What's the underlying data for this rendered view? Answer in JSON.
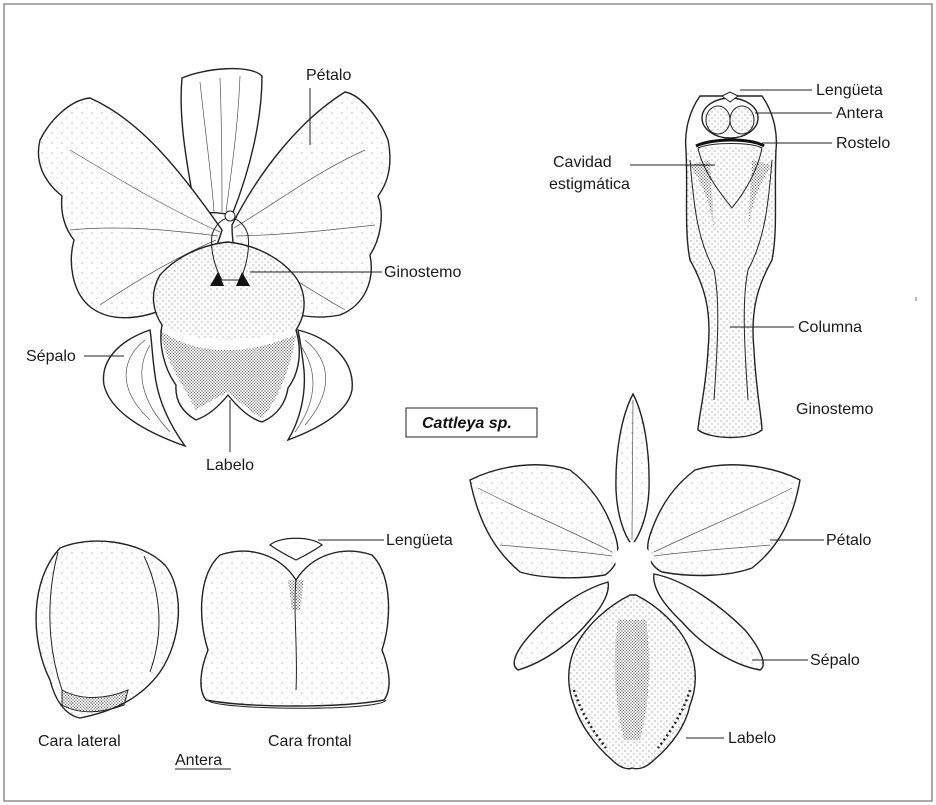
{
  "title": "Cattleya sp.",
  "flower": {
    "petalo": "Pétalo",
    "ginostemo": "Ginostemo",
    "sepalo": "Sépalo",
    "labelo": "Labelo"
  },
  "column": {
    "lengueta": "Lengüeta",
    "antera": "Antera",
    "rostelo": "Rostelo",
    "cavidad_1": "Cavidad",
    "cavidad_2": "estigmática",
    "columna": "Columna",
    "caption": "Ginostemo"
  },
  "anther": {
    "lengueta": "Lengüeta",
    "cara_lateral": "Cara lateral",
    "cara_frontal": "Cara frontal",
    "caption": "Antera"
  },
  "dissected": {
    "petalo": "Pétalo",
    "sepalo": "Sépalo",
    "labelo": "Labelo"
  },
  "colors": {
    "ink": "#222222",
    "stipple": "#333333",
    "frame": "#555555",
    "background": "#ffffff"
  }
}
